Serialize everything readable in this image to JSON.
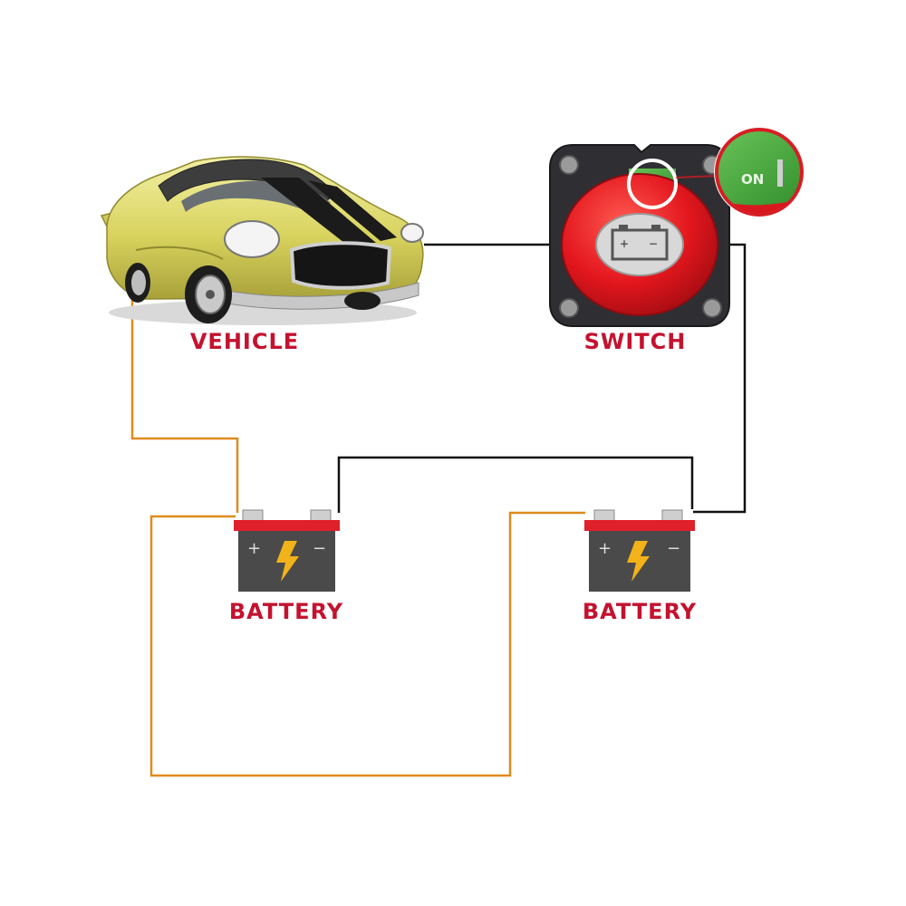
{
  "labels": {
    "vehicle": "VEHICLE",
    "switch": "SWITCH",
    "battery_left": "BATTERY",
    "battery_right": "BATTERY",
    "switch_on": "ON",
    "zoom_on": "ON",
    "battery_plus": "+",
    "battery_minus": "−"
  },
  "colors": {
    "label_red": "#c4122f",
    "wire_black": "#111111",
    "wire_orange": "#e08a1e",
    "battery_body": "#4a4a4a",
    "battery_top": "#e0202b",
    "bolt_yellow": "#f2b21a",
    "car_yellow": "#e4e07a",
    "switch_red": "#e3161e",
    "switch_base": "#2f2f33",
    "on_green": "#3fae3a",
    "zoom_circle": "#d71d24"
  },
  "icons": {
    "battery_symbol": "battery-icon",
    "bolt": "lightning-bolt-icon",
    "car": "car-icon",
    "switch": "rotary-switch-icon"
  }
}
